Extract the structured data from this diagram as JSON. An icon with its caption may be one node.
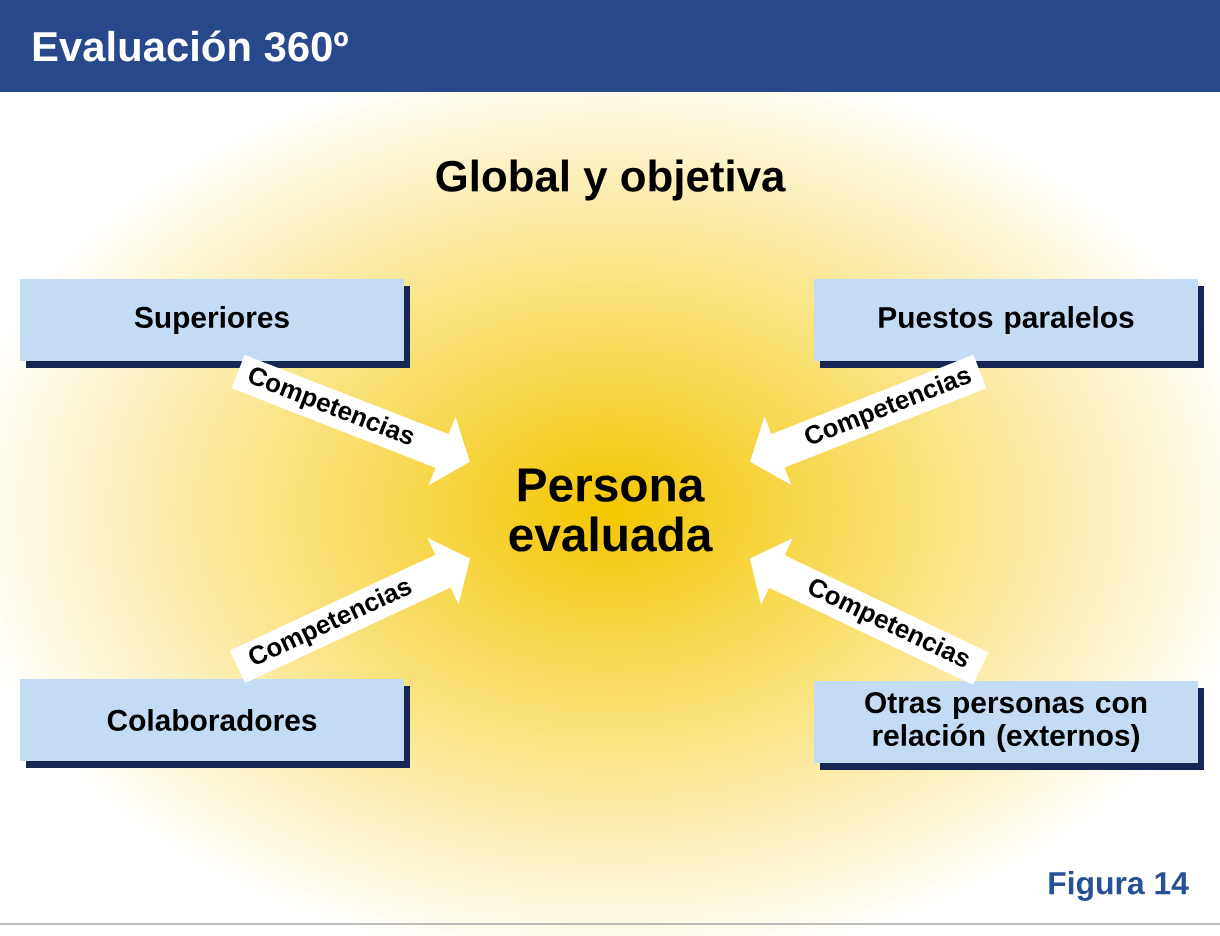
{
  "diagram": {
    "title": "Evaluación 360º",
    "caption": "Figura 14",
    "nodes": [
      {
        "text": [
          "Superiores"
        ]
      },
      {
        "text": [
          "Puestos paralelos"
        ]
      },
      {
        "text": [
          "Persona evaluada"
        ]
      },
      {
        "text": [
          "Colaboradores"
        ]
      },
      {
        "text": [
          "Otras personas con relación (externos)"
        ]
      }
    ],
    "edges": [
      {
        "from": 0,
        "to": 2,
        "arrow": "to",
        "label": "Competencias"
      },
      {
        "from": 1,
        "to": 2,
        "arrow": "to",
        "label": "Competencias"
      },
      {
        "from": 3,
        "to": 2,
        "arrow": "to",
        "label": "Competencias"
      },
      {
        "from": 4,
        "to": 2,
        "arrow": "to",
        "label": "Competencias"
      }
    ],
    "labels": [
      "Global y objetiva"
    ]
  }
}
